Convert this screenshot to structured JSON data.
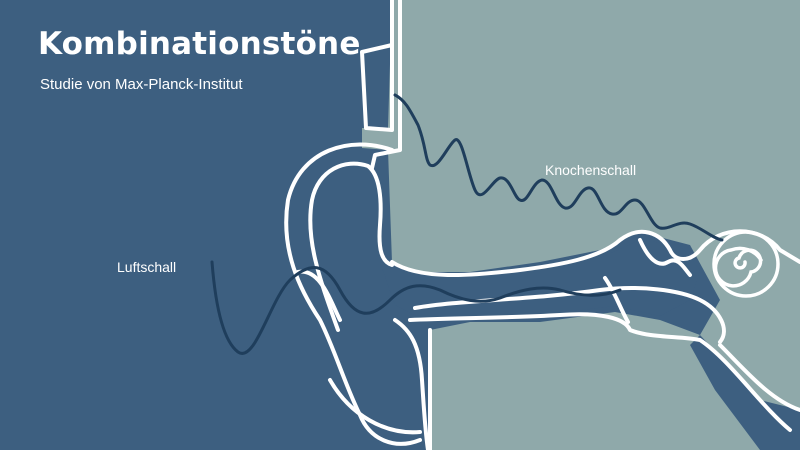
{
  "header": {
    "title": "Kombinationstöne",
    "subtitle": "Studie von Max-Planck-Institut"
  },
  "labels": {
    "air_conduction": "Luftschall",
    "bone_conduction": "Knochenschall"
  },
  "colors": {
    "background_dark_blue": "#3d5f80",
    "background_sage": "#8fa9aa",
    "outline_white": "#ffffff",
    "wave_navy": "#1f3e5c"
  },
  "icons": [
    "ear-illustration",
    "cochlea-spiral",
    "air-sound-wave",
    "bone-sound-wave"
  ]
}
